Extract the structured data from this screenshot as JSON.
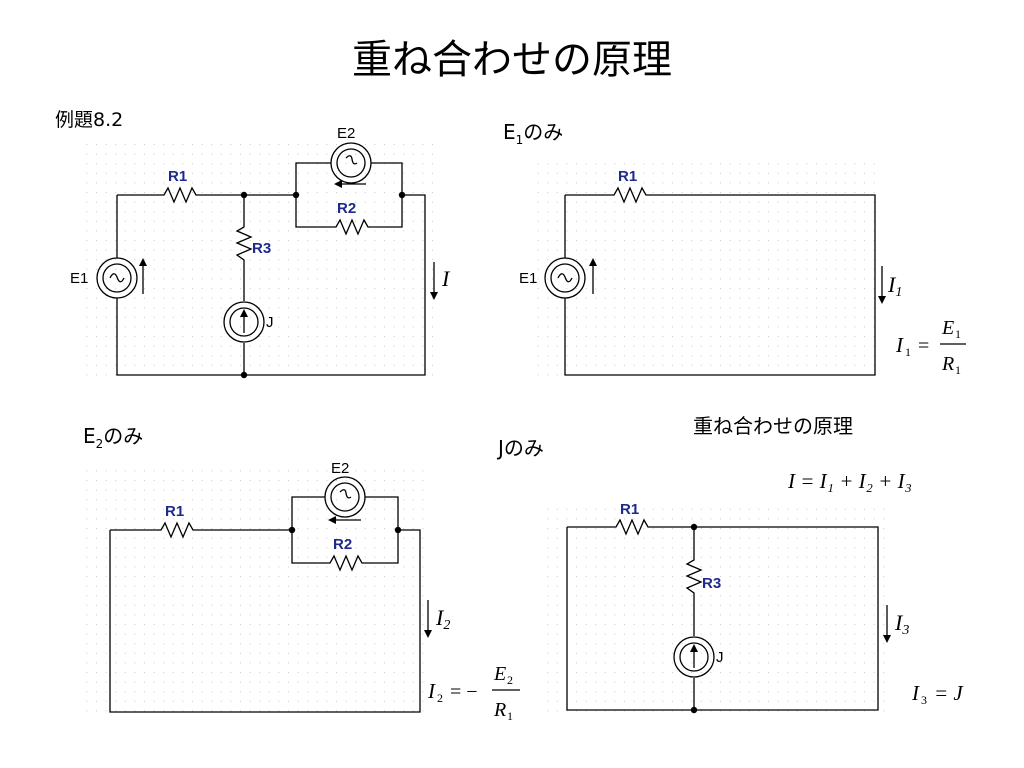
{
  "title": "重ね合わせの原理",
  "labels": {
    "example": "例題8.2",
    "e1_only_main": "E",
    "e1_only_sub": "1",
    "e1_only_suffix": "のみ",
    "e2_only_main": "E",
    "e2_only_sub": "2",
    "e2_only_suffix": "のみ",
    "j_only": "Jのみ",
    "superposition": "重ね合わせの原理"
  },
  "components": {
    "R1": "R1",
    "R2": "R2",
    "R3": "R3",
    "E1": "E1",
    "E2": "E2",
    "J": "J"
  },
  "currents": {
    "I": "I",
    "I1": "I",
    "I1_sub": "1",
    "I2": "I",
    "I2_sub": "2",
    "I3": "I",
    "I3_sub": "3"
  },
  "equations": {
    "sum": "I = I₁ + I₂ + I₃",
    "i1_lhs": "I",
    "i1_sub": "1",
    "i1_eq": "=",
    "i1_num": "E",
    "i1_num_sub": "1",
    "i1_den": "R",
    "i1_den_sub": "1",
    "i2_lhs": "I",
    "i2_sub": "2",
    "i2_eq": "= −",
    "i2_num": "E",
    "i2_num_sub": "2",
    "i2_den": "R",
    "i2_den_sub": "1",
    "i3": "I",
    "i3_sub": "3",
    "i3_rhs": "= J"
  },
  "colors": {
    "component_label": "#1f2a8c",
    "wire": "#000000",
    "grid_dots": "#c9c9c9"
  }
}
